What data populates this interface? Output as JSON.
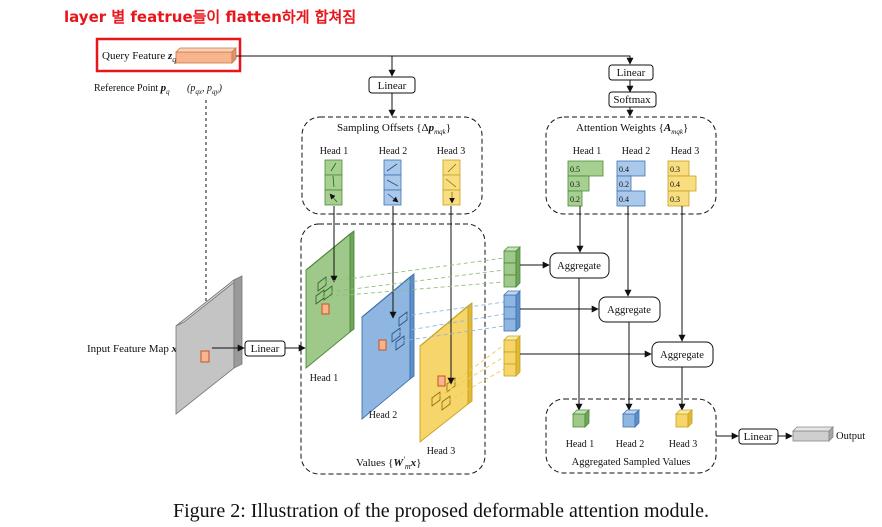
{
  "annotation": "layer 별 featrue들이 flatten하게 합쳐짐",
  "labels": {
    "query_feature": "Query Feature",
    "query_symbol": "z",
    "query_sub": "q",
    "reference_point": "Reference Point",
    "reference_symbol": "p",
    "reference_sub": "q",
    "reference_coords": "(p",
    "reference_coords_x": "qx",
    "reference_coords_sep": ", p",
    "reference_coords_y": "qy",
    "reference_coords_end": ")",
    "linear": "Linear",
    "softmax": "Softmax",
    "sampling_offsets": "Sampling Offsets {Δ",
    "sampling_offsets_sym": "p",
    "sampling_offsets_sub": "mqk",
    "sampling_offsets_end": "}",
    "attention_weights": "Attention Weights {",
    "attention_weights_sym": "A",
    "attention_weights_sub": "mqk",
    "attention_weights_end": "}",
    "head_1": "Head 1",
    "head_2": "Head 2",
    "head_3": "Head 3",
    "input_feature_map": "Input Feature Map",
    "input_symbol": "x",
    "values": "Values {",
    "values_sym": "W",
    "values_prime": "′",
    "values_sub": "m",
    "values_x": "x",
    "values_end": "}",
    "aggregate": "Aggregate",
    "aggregated_sampled_values": "Aggregated Sampled Values",
    "output": "Output"
  },
  "weights": {
    "head_1": [
      "0.5",
      "0.3",
      "0.2"
    ],
    "head_2": [
      "0.4",
      "0.2",
      "0.4"
    ],
    "head_3": [
      "0.3",
      "0.4",
      "0.3"
    ]
  },
  "caption": "Figure 2: Illustration of the proposed deformable attention module.",
  "colors": {
    "annotation": "#e8151b",
    "query": "#f8b48c",
    "green_fill": "#8ec07a",
    "green_stroke": "#4d8a3a",
    "blue_fill": "#8fb6e0",
    "blue_stroke": "#3f73b3",
    "yellow_fill": "#f6d56a",
    "yellow_stroke": "#c9a21f",
    "gray_fill": "#cfcfcf"
  }
}
